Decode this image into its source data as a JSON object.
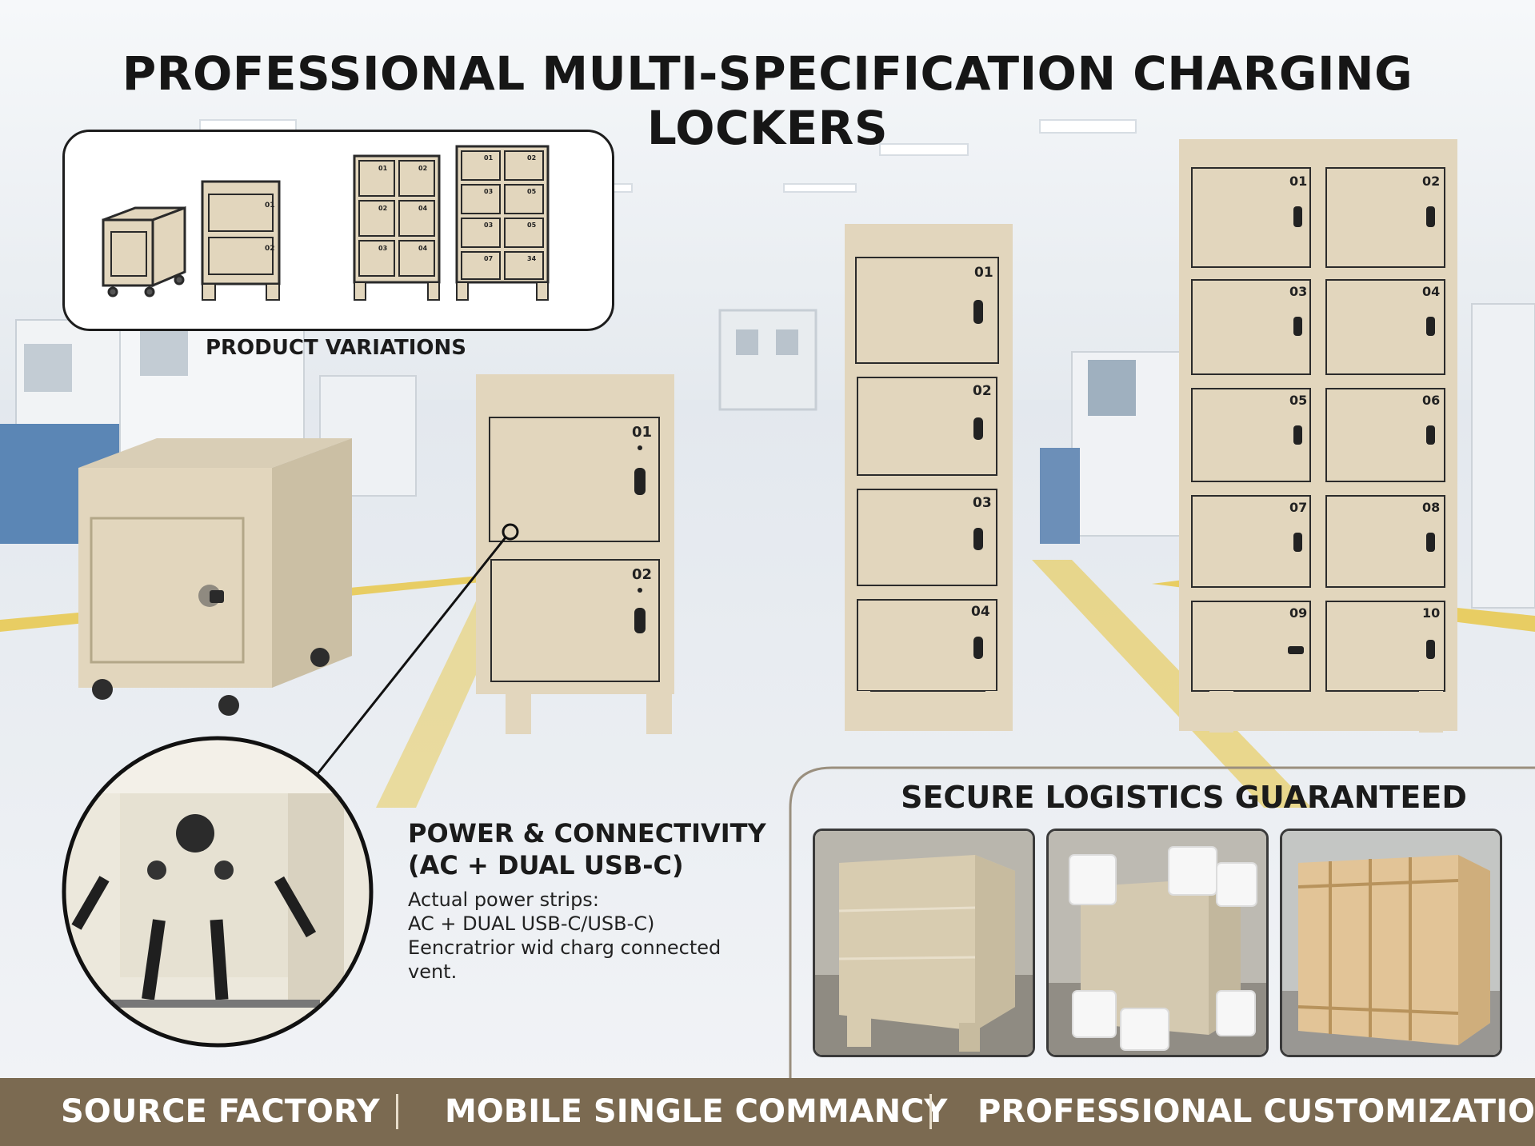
{
  "title": "PROFESSIONAL MULTI-SPECIFICATION CHARGING LOCKERS",
  "variations": {
    "label": "PRODUCT VARIATIONS",
    "two_door_labels": [
      "01",
      "02"
    ],
    "six_door_labels": [
      "01",
      "02",
      "02",
      "04",
      "03",
      "04"
    ],
    "eight_door_labels": [
      "01",
      "02",
      "03",
      "05",
      "03",
      "05",
      "07",
      "34"
    ]
  },
  "lockers": {
    "two_door": [
      "01",
      "02"
    ],
    "four_door": [
      "01",
      "02",
      "03",
      "04"
    ],
    "ten_door": [
      "01",
      "02",
      "03",
      "04",
      "05",
      "06",
      "07",
      "08",
      "09",
      "10"
    ]
  },
  "power": {
    "title_line1": "POWER & CONNECTIVITY",
    "title_line2": "(AC + DUAL USB-C)",
    "text_lines": [
      "Actual power strips:",
      "AC + DUAL USB-C/USB-C)",
      "Eencratrior wid charg connected",
      "vent."
    ]
  },
  "logistics": {
    "title": "SECURE LOGISTICS GUARANTEED"
  },
  "footer": {
    "items": [
      "SOURCE FACTORY",
      "MOBILE SINGLE COMMANCY",
      "PROFESSIONAL CUSTOMIZATION"
    ]
  },
  "colors": {
    "locker_beige": "#e2d6bd",
    "locker_shade": "#cfc2a6",
    "footer_brown": "#7b6a51",
    "floor_yellow": "#e7c84a"
  }
}
